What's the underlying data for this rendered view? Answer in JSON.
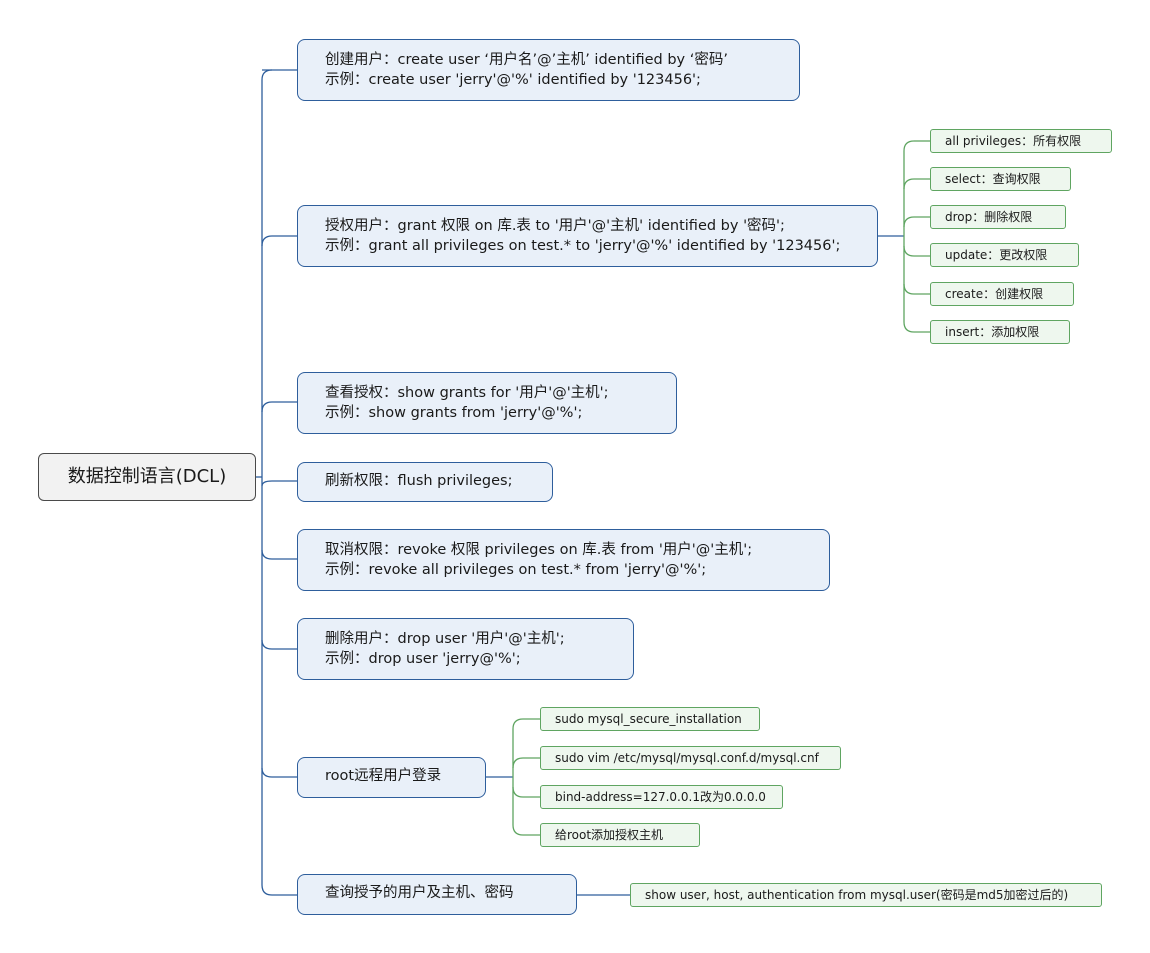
{
  "root": {
    "label": "数据控制语言(DCL)"
  },
  "branches": [
    {
      "line1": "创建用户：create user ‘用户名’@’主机’ identified by ‘密码’",
      "line2": "示例：create user 'jerry'@'%' identified by '123456';"
    },
    {
      "line1": "授权用户：grant 权限 on 库.表 to '用户'@'主机' identified by '密码';",
      "line2": "示例：grant all privileges on test.* to 'jerry'@'%' identified by '123456';"
    },
    {
      "line1": "查看授权：show grants for '用户'@'主机';",
      "line2": "示例：show grants from 'jerry'@'%';"
    },
    {
      "line1": "刷新权限：flush privileges;"
    },
    {
      "line1": "取消权限：revoke 权限 privileges on 库.表 from '用户'@'主机';",
      "line2": "示例：revoke all privileges on test.* from 'jerry'@'%';"
    },
    {
      "line1": "删除用户：drop user '用户'@'主机';",
      "line2": "示例：drop user 'jerry@'%';"
    },
    {
      "line1": "root远程用户登录"
    },
    {
      "line1": "查询授予的用户及主机、密码"
    }
  ],
  "privileges": [
    "all privileges：所有权限",
    "select：查询权限",
    "drop：删除权限",
    "update：更改权限",
    "create：创建权限",
    "insert：添加权限"
  ],
  "root_login_steps": [
    "sudo  mysql_secure_installation",
    "sudo vim /etc/mysql/mysql.conf.d/mysql.cnf",
    "bind-address=127.0.0.1改为0.0.0.0",
    "给root添加授权主机"
  ],
  "query_detail": "show user, host, authentication from mysql.user(密码是md5加密过后的)",
  "colors": {
    "blue_line": "#2e5e9c",
    "green_line": "#5fa561",
    "root_border": "#4a4a4a"
  }
}
